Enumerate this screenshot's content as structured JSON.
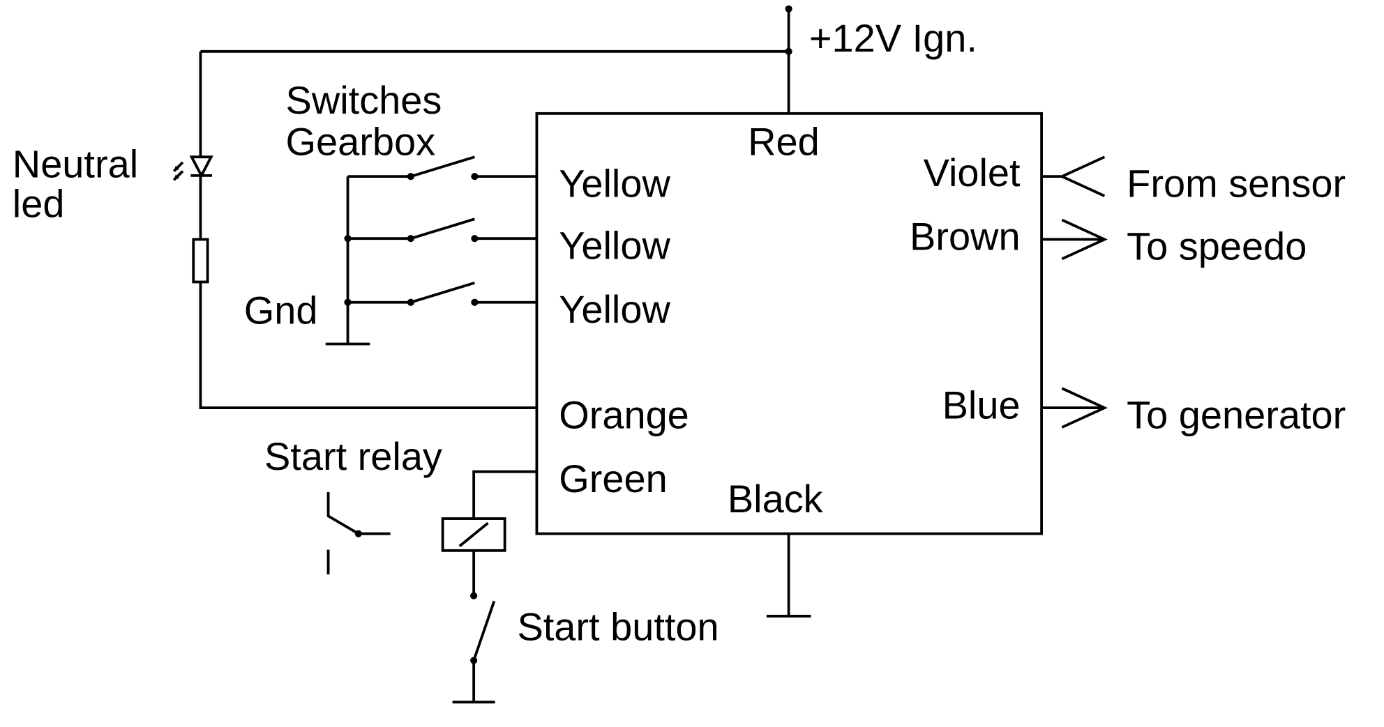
{
  "labels": {
    "supply": "+12V Ign.",
    "switches_line1": "Switches",
    "switches_line2": "Gearbox",
    "neutral_line1": "Neutral",
    "neutral_line2": "led",
    "gnd": "Gnd",
    "start_relay": "Start relay",
    "start_button": "Start button",
    "from_sensor": "From sensor",
    "to_speedo": "To speedo",
    "to_generator": "To generator"
  },
  "module_pins": {
    "red": "Red",
    "yellow1": "Yellow",
    "yellow2": "Yellow",
    "yellow3": "Yellow",
    "orange": "Orange",
    "green": "Green",
    "black": "Black",
    "violet": "Violet",
    "brown": "Brown",
    "blue": "Blue"
  },
  "colors": {
    "line": "#000000",
    "background": "#ffffff"
  }
}
